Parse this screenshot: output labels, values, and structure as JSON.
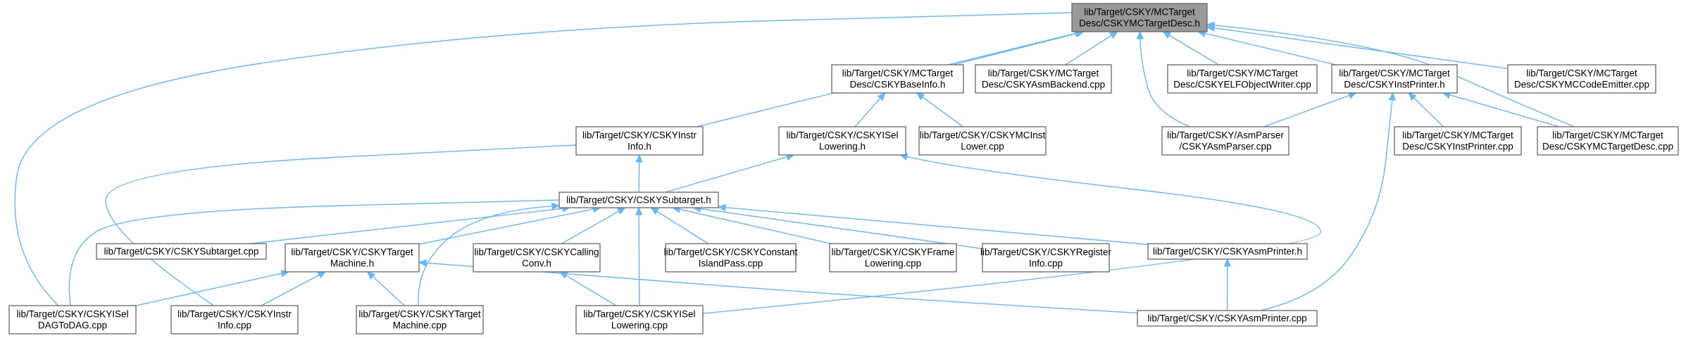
{
  "diagram": {
    "type": "include-dependency-graph",
    "colors": {
      "root_fill": "#999999",
      "node_fill": "#ffffff",
      "node_border": "#666666",
      "edge": "#63b8ff",
      "text": "#000000"
    },
    "nodes": [
      {
        "id": "mctargetdesc_h",
        "lines": [
          "lib/Target/CSKY/MCTarget",
          "Desc/CSKYMCTargetDesc.h"
        ],
        "root": true
      },
      {
        "id": "instrinfo_h",
        "lines": [
          "lib/Target/CSKY/CSKYInstr",
          "Info.h"
        ]
      },
      {
        "id": "baseinfo_h",
        "lines": [
          "lib/Target/CSKY/MCTarget",
          "Desc/CSKYBaseInfo.h"
        ]
      },
      {
        "id": "asmbackend_cpp",
        "lines": [
          "lib/Target/CSKY/MCTarget",
          "Desc/CSKYAsmBackend.cpp"
        ]
      },
      {
        "id": "elfobjwriter_cpp",
        "lines": [
          "lib/Target/CSKY/MCTarget",
          "Desc/CSKYELFObjectWriter.cpp"
        ]
      },
      {
        "id": "instprinter_h",
        "lines": [
          "lib/Target/CSKY/MCTarget",
          "Desc/CSKYInstPrinter.h"
        ]
      },
      {
        "id": "mccodeemitter_cpp",
        "lines": [
          "lib/Target/CSKY/MCTarget",
          "Desc/CSKYMCCodeEmitter.cpp"
        ]
      },
      {
        "id": "isellowering_h",
        "lines": [
          "lib/Target/CSKY/CSKYISel",
          "Lowering.h"
        ]
      },
      {
        "id": "mcinstlower_cpp",
        "lines": [
          "lib/Target/CSKY/CSKYMCInst",
          "Lower.cpp"
        ]
      },
      {
        "id": "asmparser_cpp",
        "lines": [
          "lib/Target/CSKY/AsmParser",
          "/CSKYAsmParser.cpp"
        ]
      },
      {
        "id": "instprinter_cpp",
        "lines": [
          "lib/Target/CSKY/MCTarget",
          "Desc/CSKYInstPrinter.cpp"
        ]
      },
      {
        "id": "mctargetdesc_cpp",
        "lines": [
          "lib/Target/CSKY/MCTarget",
          "Desc/CSKYMCTargetDesc.cpp"
        ]
      },
      {
        "id": "subtarget_h",
        "lines": [
          "lib/Target/CSKY/CSKYSubtarget.h"
        ]
      },
      {
        "id": "subtarget_cpp",
        "lines": [
          "lib/Target/CSKY/CSKYSubtarget.cpp"
        ]
      },
      {
        "id": "targetmachine_h",
        "lines": [
          "lib/Target/CSKY/CSKYTarget",
          "Machine.h"
        ]
      },
      {
        "id": "callingconv_h",
        "lines": [
          "lib/Target/CSKY/CSKYCalling",
          "Conv.h"
        ]
      },
      {
        "id": "constislandpass_cpp",
        "lines": [
          "lib/Target/CSKY/CSKYConstant",
          "IslandPass.cpp"
        ]
      },
      {
        "id": "framelowering_cpp",
        "lines": [
          "lib/Target/CSKY/CSKYFrame",
          "Lowering.cpp"
        ]
      },
      {
        "id": "registerinfo_cpp",
        "lines": [
          "lib/Target/CSKY/CSKYRegister",
          "Info.cpp"
        ]
      },
      {
        "id": "asmprinter_h",
        "lines": [
          "lib/Target/CSKY/CSKYAsmPrinter.h"
        ]
      },
      {
        "id": "iseldagtodag_cpp",
        "lines": [
          "lib/Target/CSKY/CSKYISel",
          "DAGToDAG.cpp"
        ]
      },
      {
        "id": "instrinfo_cpp",
        "lines": [
          "lib/Target/CSKY/CSKYInstr",
          "Info.cpp"
        ]
      },
      {
        "id": "targetmachine_cpp",
        "lines": [
          "lib/Target/CSKY/CSKYTarget",
          "Machine.cpp"
        ]
      },
      {
        "id": "isellowering_cpp",
        "lines": [
          "lib/Target/CSKY/CSKYISel",
          "Lowering.cpp"
        ]
      },
      {
        "id": "asmprinter_cpp",
        "lines": [
          "lib/Target/CSKY/CSKYAsmPrinter.cpp"
        ]
      }
    ],
    "edges": [
      {
        "from": "iseldagtodag_cpp",
        "to": "mctargetdesc_h"
      },
      {
        "from": "instrinfo_h",
        "to": "mctargetdesc_h"
      },
      {
        "from": "baseinfo_h",
        "to": "mctargetdesc_h"
      },
      {
        "from": "asmbackend_cpp",
        "to": "mctargetdesc_h"
      },
      {
        "from": "asmparser_cpp",
        "to": "mctargetdesc_h"
      },
      {
        "from": "elfobjwriter_cpp",
        "to": "mctargetdesc_h"
      },
      {
        "from": "instprinter_h",
        "to": "mctargetdesc_h"
      },
      {
        "from": "mctargetdesc_cpp",
        "to": "mctargetdesc_h"
      },
      {
        "from": "mccodeemitter_cpp",
        "to": "mctargetdesc_h"
      },
      {
        "from": "isellowering_h",
        "to": "baseinfo_h"
      },
      {
        "from": "mcinstlower_cpp",
        "to": "baseinfo_h"
      },
      {
        "from": "asmparser_cpp",
        "to": "instprinter_h"
      },
      {
        "from": "instprinter_cpp",
        "to": "instprinter_h"
      },
      {
        "from": "mctargetdesc_cpp",
        "to": "instprinter_h"
      },
      {
        "from": "asmprinter_cpp",
        "to": "instprinter_h"
      },
      {
        "from": "subtarget_h",
        "to": "instrinfo_h"
      },
      {
        "from": "instrinfo_cpp",
        "to": "instrinfo_h"
      },
      {
        "from": "subtarget_h",
        "to": "isellowering_h"
      },
      {
        "from": "isellowering_cpp",
        "to": "isellowering_h"
      },
      {
        "from": "iseldagtodag_cpp",
        "to": "subtarget_h"
      },
      {
        "from": "subtarget_cpp",
        "to": "subtarget_h"
      },
      {
        "from": "targetmachine_h",
        "to": "subtarget_h"
      },
      {
        "from": "targetmachine_cpp",
        "to": "subtarget_h"
      },
      {
        "from": "callingconv_h",
        "to": "subtarget_h"
      },
      {
        "from": "isellowering_cpp",
        "to": "subtarget_h"
      },
      {
        "from": "constislandpass_cpp",
        "to": "subtarget_h"
      },
      {
        "from": "framelowering_cpp",
        "to": "subtarget_h"
      },
      {
        "from": "registerinfo_cpp",
        "to": "subtarget_h"
      },
      {
        "from": "asmprinter_h",
        "to": "subtarget_h"
      },
      {
        "from": "iseldagtodag_cpp",
        "to": "targetmachine_h"
      },
      {
        "from": "instrinfo_cpp",
        "to": "targetmachine_h"
      },
      {
        "from": "targetmachine_cpp",
        "to": "targetmachine_h"
      },
      {
        "from": "asmprinter_cpp",
        "to": "targetmachine_h"
      },
      {
        "from": "isellowering_cpp",
        "to": "callingconv_h"
      },
      {
        "from": "asmprinter_cpp",
        "to": "asmprinter_h"
      }
    ]
  }
}
